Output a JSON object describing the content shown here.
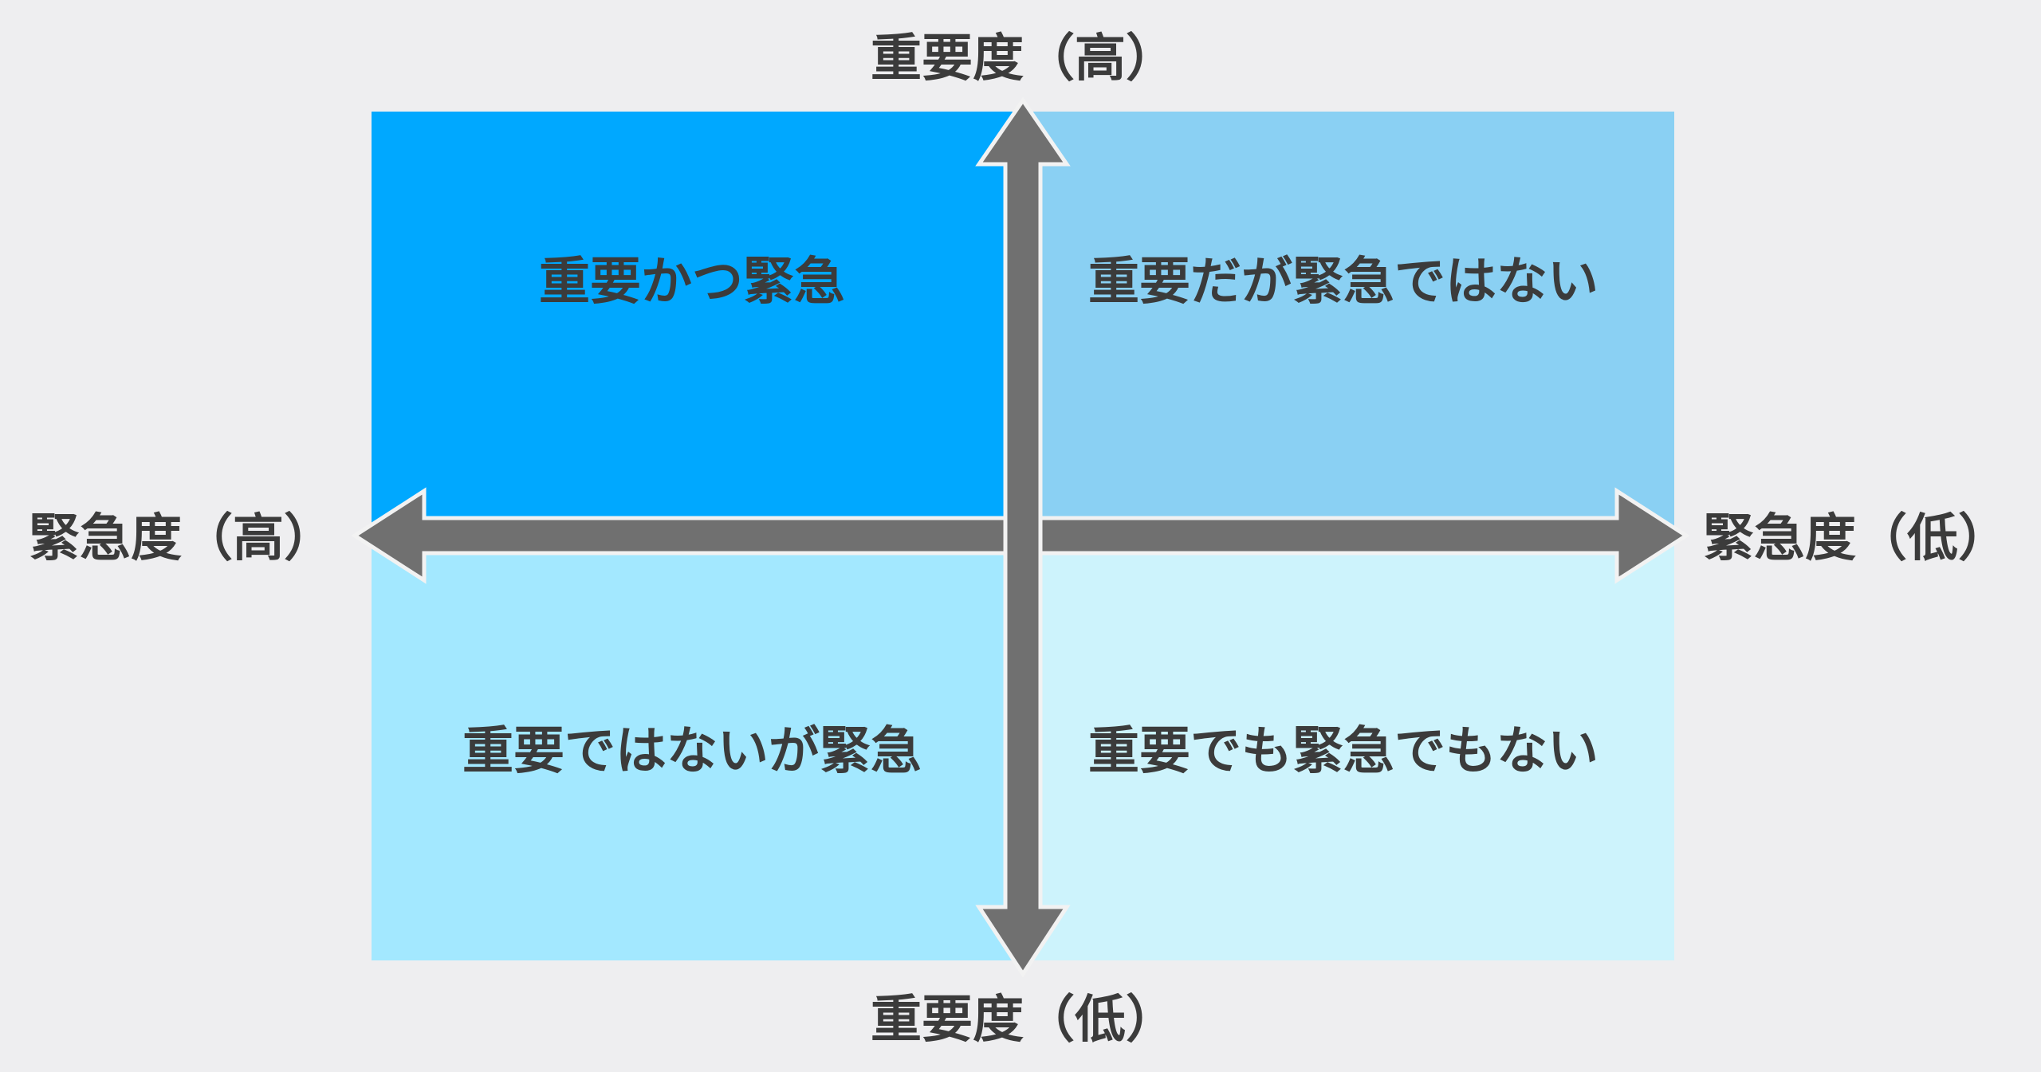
{
  "quadrants": {
    "top_left": {
      "label": "重要かつ緊急",
      "color": "#00a8ff"
    },
    "top_right": {
      "label": "重要だが緊急ではない",
      "color": "#8ad0f3"
    },
    "bottom_left": {
      "label": "重要ではないが緊急",
      "color": "#a3e8ff"
    },
    "bottom_right": {
      "label": "重要でも緊急でもない",
      "color": "#cdf3fc"
    }
  },
  "axes": {
    "top": "重要度（高）",
    "bottom": "重要度（低）",
    "left": "緊急度（高）",
    "right": "緊急度（低）",
    "arrow_color": "#707070",
    "arrow_outline": "#f2f2f2"
  }
}
